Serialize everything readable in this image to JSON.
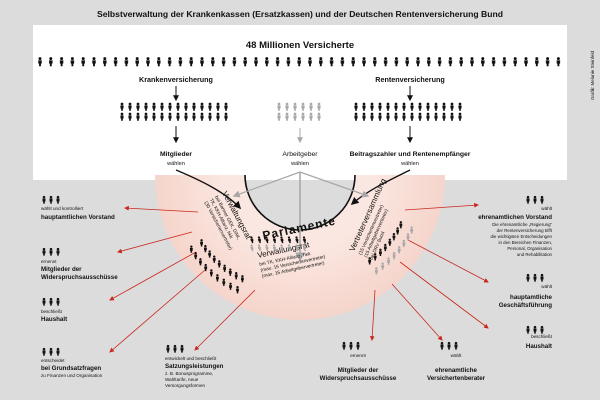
{
  "title": "Selbstverwaltung der Krankenkassen (Ersatzkassen) und der Deutschen Rentenversicherung Bund",
  "credit": "Grafik: Melanie Steinfeld",
  "insured": "48 Millionen Versicherte",
  "health_insurance": "Krankenversicherung",
  "pension_insurance": "Rentenversicherung",
  "left_voters": {
    "label": "Mitglieder",
    "action": "wählen"
  },
  "employer_voters": {
    "label": "Arbeitgeber",
    "action": "wählen"
  },
  "right_voters": {
    "label": "Beitragszahler und Rentenempfänger",
    "action": "wählen"
  },
  "parliaments": "Parlamente",
  "council_left": {
    "title": "Verwaltungsrat",
    "lines": [
      "bei Barmer GEK, DAK,",
      "TK, KKH-Allianz, hkk",
      "(30 Versichertenvertreter)"
    ]
  },
  "council_center": {
    "title": "Verwaltungsrat",
    "lines": [
      "bei TK, KKH-Allianz, hkk",
      "(max. 15 Versichertenvertreter)",
      "(max. 15 Arbeitgebervertreter)"
    ]
  },
  "assembly": {
    "title": "Vertreterversammlung",
    "lines": [
      "(15 Versichertenvertreter)",
      "(15 Arbeitgebervertreter)",
      "bei DRV Bund"
    ]
  },
  "left_items": [
    {
      "note": "wählt und kontrolliert",
      "label": "hauptamtlichen Vorstand"
    },
    {
      "note": "ernennt",
      "label": "Mitglieder der Widerspruchsausschüsse"
    },
    {
      "note": "beschließt",
      "label": "Haushalt"
    },
    {
      "note": "entscheidet",
      "label": "bei Grundsatzfragen",
      "sub": "zu Finanzen und Organisation"
    }
  ],
  "bottom_items": [
    {
      "note": "entwickelt und beschließt",
      "label": "Satzungsleistungen",
      "sub": [
        "z. B. Bonusprogramme,",
        "Wahltarife, neue",
        "Versorgungsformen"
      ]
    },
    {
      "note": "ernennt",
      "label": "Mitglieder der Widerspruchsausschüsse"
    },
    {
      "note": "wählt",
      "label": "ehrenamtliche Versichertenberater"
    }
  ],
  "right_items": [
    {
      "note": "wählt",
      "label": "ehrenamtlichen Vorstand",
      "sub": [
        "Die ehrenamtliche „Regierung“",
        "der Rentenversicherung trifft",
        "die wichtigsten Entscheidungen",
        "in den Bereichen Finanzen,",
        "Personal, Organisation",
        "und Rehabilitation"
      ]
    },
    {
      "note": "wählt",
      "label": "hauptamtliche Geschäftsführung"
    },
    {
      "note": "beschließt",
      "label": "Haushalt"
    }
  ],
  "colors": {
    "background": "#dcdcdc",
    "panel": "#ffffff",
    "arc_fill": "#f6d9d0",
    "arc_highlight": "#e6a191",
    "arrow_red": "#c8281e",
    "employer_gray": "#a8a8a8",
    "ink": "#111111"
  },
  "icons": [
    "person-icon"
  ]
}
